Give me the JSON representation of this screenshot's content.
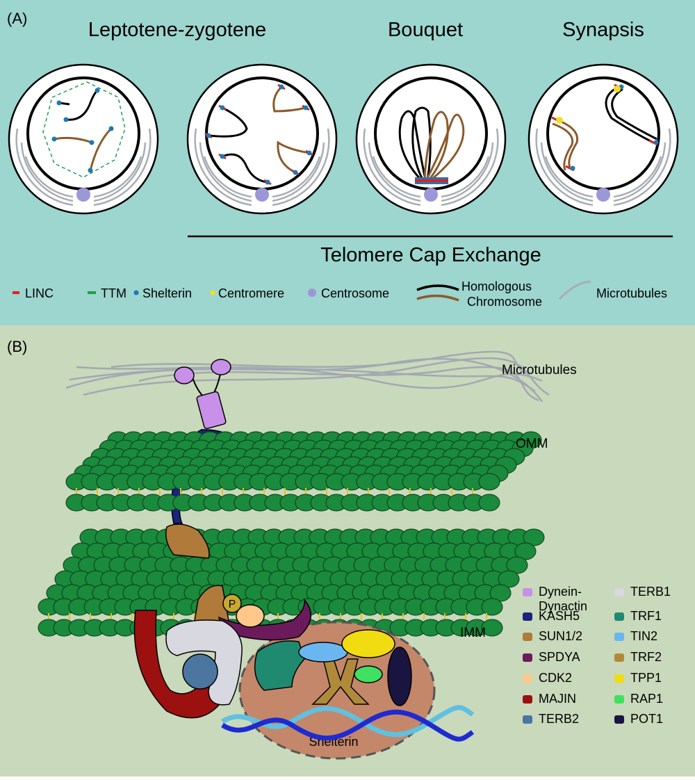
{
  "panel_a": {
    "label": "(A)",
    "stages": [
      "Leptotene-zygotene",
      "Bouquet",
      "Synapsis"
    ],
    "bar_label": "Telomere Cap Exchange",
    "legend": {
      "linc": "LINC",
      "ttm": "TTM",
      "shelterin": "Shelterin",
      "centromere": "Centromere",
      "centrosome": "Centrosome",
      "homologous_1": "Homologous",
      "homologous_2": "Chromosome",
      "microtubules": "Microtubules"
    }
  },
  "panel_b": {
    "label": "(B)",
    "microtubules": "Microtubules",
    "omm": "OMM",
    "imm": "IMM",
    "shelterin": "Shelterin",
    "p_label": "P",
    "legend_left": [
      {
        "name": "Dynein-",
        "name2": "Dynactin",
        "color": "#c890e8"
      },
      {
        "name": "KASH5",
        "color": "#1a237e"
      },
      {
        "name": "SUN1/2",
        "color": "#b07a3a"
      },
      {
        "name": "SPDYA",
        "color": "#6b1a5c"
      },
      {
        "name": "CDK2",
        "color": "#ffc88a"
      },
      {
        "name": "MAJIN",
        "color": "#9c1010"
      },
      {
        "name": "TERB2",
        "color": "#4a76a0"
      }
    ],
    "legend_right": [
      {
        "name": "TERB1",
        "color": "#d8d8e0"
      },
      {
        "name": "TRF1",
        "color": "#1f8a70"
      },
      {
        "name": "TIN2",
        "color": "#6ab6f0"
      },
      {
        "name": "TRF2",
        "color": "#b08a3a"
      },
      {
        "name": "TPP1",
        "color": "#f0dc10"
      },
      {
        "name": "RAP1",
        "color": "#40e060"
      },
      {
        "name": "POT1",
        "color": "#1a1440"
      }
    ]
  },
  "colors": {
    "teal_bg": "#9dd5cf",
    "green_bg": "#c9d9bb",
    "linc": "#e02020",
    "ttm": "#1e9e50",
    "shelterin": "#1f78b4",
    "centromere": "#f0e020",
    "centrosome": "#9c97d6",
    "chrom_black": "#000000",
    "chrom_brown": "#8b5a2b",
    "microtubule": "#a8adb5",
    "lipid": "#1a8a3c"
  }
}
